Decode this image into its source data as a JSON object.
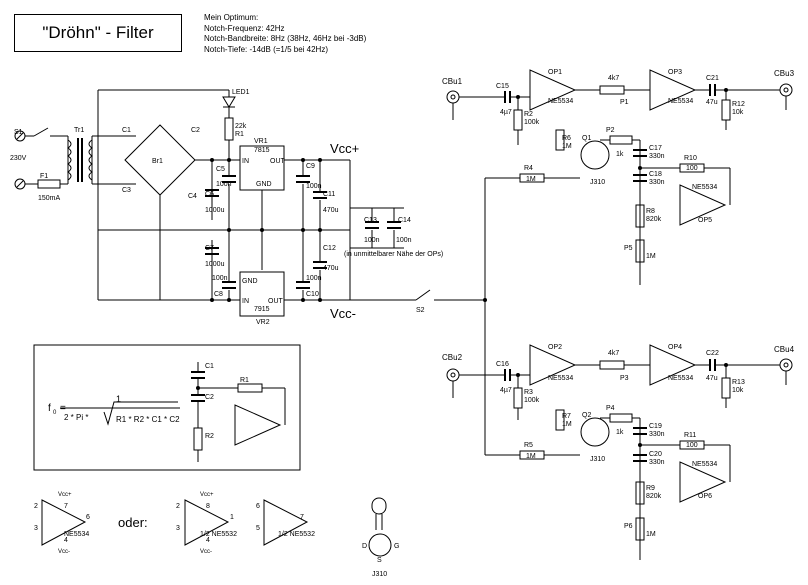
{
  "title": "\"Dröhn\" - Filter",
  "notes": [
    "Mein Optimum:",
    "Notch-Frequenz: 42Hz",
    "Notch-Bandbreite: 8Hz (38Hz, 46Hz bei -3dB)",
    "Notch-Tiefe: -14dB (=1/5 bei 42Hz)"
  ],
  "rails": {
    "vcc_plus": "Vcc+",
    "vcc_minus": "Vcc-"
  },
  "power": {
    "s1": "S1",
    "mains": "230V",
    "tr1": "Tr1",
    "f1": "F1",
    "fuse": "150mA",
    "led1": "LED1",
    "r1": "R1",
    "r1_val": "22k",
    "br1": "Br1",
    "c1": "C1",
    "c2": "C2",
    "c3": "C3",
    "c4": "C4",
    "vr1": "VR1",
    "vr1_type": "7815",
    "vr2": "VR2",
    "vr2_type": "7915",
    "in": "IN",
    "out": "OUT",
    "gnd": "GND",
    "c5": "C5",
    "c5_val": "100n",
    "c6": "C6",
    "c6_val": "1000u",
    "c7": "C7",
    "c7_val": "1000u",
    "c8": "C8",
    "c8_val": "100n",
    "c9": "C9",
    "c9_val": "100n",
    "c10": "C10",
    "c10_val": "100n",
    "c11": "C11",
    "c11_val": "470u",
    "c12": "C12",
    "c12_val": "470u",
    "c13": "C13",
    "c13_val": "100n",
    "c14": "C14",
    "c14_val": "100n",
    "c13_note": "(in unmittelbarer Nähe der OPs)",
    "s2": "S2"
  },
  "channel1": {
    "in_jack": "CBu1",
    "out_jack": "CBu3",
    "c15": "C15",
    "c15_val": "4µ7",
    "r2": "R2",
    "r2_val": "100k",
    "op1": "OP1",
    "op_type": "NE5534",
    "p1_val": "4k7",
    "p1": "P1",
    "op3": "OP3",
    "c21": "C21",
    "c21_val": "47u",
    "r12": "R12",
    "r12_val": "10k",
    "r6": "R6",
    "r6_val": "1M",
    "q1": "Q1",
    "p2": "P2",
    "p2_val": "1k",
    "c17": "C17",
    "c17_val": "330n",
    "c18": "C18",
    "c18_val": "330n",
    "r4": "R4",
    "r4_val": "1M",
    "j310": "J310",
    "r10": "R10",
    "r10_val": "100",
    "r8": "R8",
    "r8_val": "820k",
    "p5": "P5",
    "p5_val": "1M",
    "op5": "OP5"
  },
  "channel2": {
    "in_jack": "CBu2",
    "out_jack": "CBu4",
    "c16": "C16",
    "c16_val": "4µ7",
    "r3": "R3",
    "r3_val": "100k",
    "op2": "OP2",
    "op_type": "NE5534",
    "p3_val": "4k7",
    "p3": "P3",
    "op4": "OP4",
    "c22": "C22",
    "c22_val": "47u",
    "r13": "R13",
    "r13_val": "10k",
    "r7": "R7",
    "r7_val": "1M",
    "q2": "Q2",
    "p4": "P4",
    "p4_val": "1k",
    "c19": "C19",
    "c19_val": "330n",
    "c20": "C20",
    "c20_val": "330n",
    "r5": "R5",
    "r5_val": "1M",
    "j310": "J310",
    "r11": "R11",
    "r11_val": "100",
    "r9": "R9",
    "r9_val": "820k",
    "p6": "P6",
    "p6_val": "1M",
    "op6": "OP6"
  },
  "formula": {
    "lhs": "f",
    "lhs_sub": "0",
    "equals": "=",
    "numerator": "1",
    "denom_left": "2 * Pi *",
    "radicand": "R1 * R2 * C1 * C2",
    "c1": "C1",
    "c2": "C2",
    "r1": "R1",
    "r2": "R2"
  },
  "legend": {
    "vcc_plus": "Vcc+",
    "vcc_minus": "Vcc-",
    "pin2": "2",
    "pin3": "3",
    "pin6": "6",
    "pin7": "7",
    "pin4": "4",
    "ne5534": "NE5534",
    "oder": "oder:",
    "ne5532_a": "1/2 NE5532",
    "ne5532_b": "1/2 NE5532",
    "p1": "1",
    "p2": "2",
    "p3": "3",
    "p5": "5",
    "p6": "6",
    "p7": "7",
    "p8": "8",
    "p4b": "4",
    "d": "D",
    "g": "G",
    "s": "S",
    "j310": "J310"
  }
}
